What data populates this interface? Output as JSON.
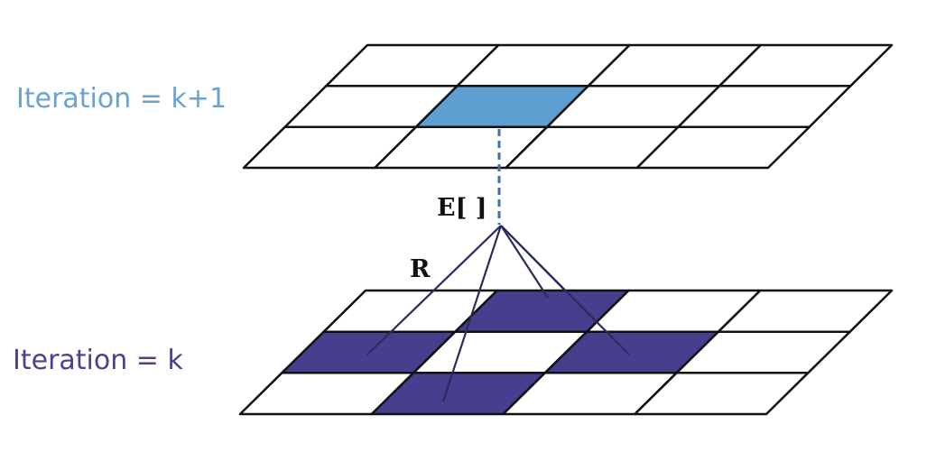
{
  "colors": {
    "upper_label": "#6aa3cf",
    "lower_label": "#49438f",
    "upper_highlight": "#5d9fd1",
    "lower_highlight": "#463f8d",
    "grid_line": "#111111",
    "dashed_line": "#3b6fb0",
    "connector_line": "#2a2d5c"
  },
  "labels": {
    "upper_iteration": "Iteration = k+1",
    "lower_iteration": "Iteration = k",
    "expectation": "E[ ]",
    "restriction": "R"
  },
  "grids": {
    "upper": {
      "rows": 3,
      "cols": 4,
      "highlighted_cells": [
        [
          1,
          1
        ]
      ]
    },
    "lower": {
      "rows": 3,
      "cols": 4,
      "highlighted_cells": [
        [
          0,
          1
        ],
        [
          1,
          0
        ],
        [
          1,
          2
        ],
        [
          2,
          1
        ]
      ]
    }
  }
}
